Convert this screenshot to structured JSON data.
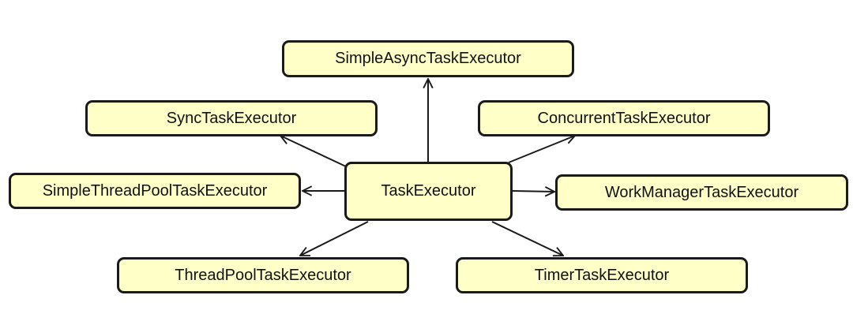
{
  "diagram": {
    "center": {
      "label": "TaskExecutor"
    },
    "nodes": [
      {
        "id": "simple-async",
        "label": "SimpleAsyncTaskExecutor"
      },
      {
        "id": "sync",
        "label": "SyncTaskExecutor"
      },
      {
        "id": "concurrent",
        "label": "ConcurrentTaskExecutor"
      },
      {
        "id": "simple-thread-pool",
        "label": "SimpleThreadPoolTaskExecutor"
      },
      {
        "id": "work-manager",
        "label": "WorkManagerTaskExecutor"
      },
      {
        "id": "thread-pool",
        "label": "ThreadPoolTaskExecutor"
      },
      {
        "id": "timer",
        "label": "TimerTaskExecutor"
      }
    ],
    "colors": {
      "node_fill": "#ffffc8",
      "stroke": "#1a1a1a"
    }
  }
}
